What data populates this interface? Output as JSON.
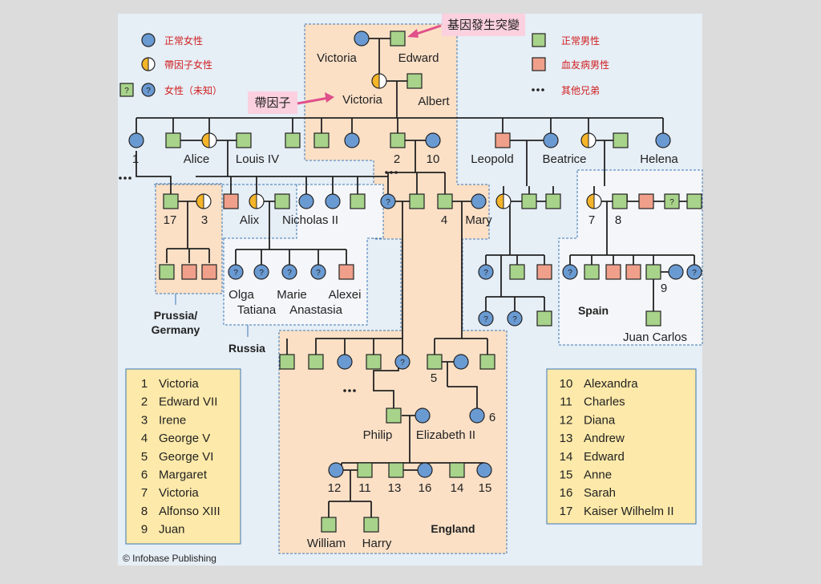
{
  "legend": {
    "normal_female": "正常女性",
    "carrier_female": "帶因子女性",
    "unknown_female": "女性（未知）",
    "normal_male": "正常男性",
    "hemophilia_male": "血友病男性",
    "other_siblings": "其他兄弟",
    "unknown_mark": "?",
    "ellipsis": "..."
  },
  "annotations": {
    "mutation": "基因發生突變",
    "carrier": "帶因子"
  },
  "names": {
    "victoria_sr": "Victoria",
    "edward": "Edward",
    "victoria": "Victoria",
    "albert": "Albert",
    "alice": "Alice",
    "louis": "Louis IV",
    "n1": "1",
    "n2": "2",
    "n10": "10",
    "leopold": "Leopold",
    "beatrice": "Beatrice",
    "helena": "Helena",
    "n17": "17",
    "n3": "3",
    "alix": "Alix",
    "nicholas": "Nicholas II",
    "n4": "4",
    "mary": "Mary",
    "n7": "7",
    "n8": "8",
    "olga": "Olga",
    "marie": "Marie",
    "alexei": "Alexei",
    "tatiana": "Tatiana",
    "anastasia": "Anastasia",
    "n9": "9",
    "juan_carlos": "Juan Carlos",
    "n5": "5",
    "philip": "Philip",
    "elizabeth": "Elizabeth II",
    "n6": "6",
    "n12": "12",
    "n11": "11",
    "n13": "13",
    "n16": "16",
    "n14": "14",
    "n15": "15",
    "william": "William",
    "harry": "Harry"
  },
  "regions": {
    "prussia_1": "Prussia/",
    "prussia_2": "Germany",
    "russia": "Russia",
    "spain": "Spain",
    "england": "England"
  },
  "key_left": [
    {
      "num": "1",
      "name": "Victoria"
    },
    {
      "num": "2",
      "name": "Edward VII"
    },
    {
      "num": "3",
      "name": "Irene"
    },
    {
      "num": "4",
      "name": "George V"
    },
    {
      "num": "5",
      "name": "George VI"
    },
    {
      "num": "6",
      "name": "Margaret"
    },
    {
      "num": "7",
      "name": "Victoria"
    },
    {
      "num": "8",
      "name": "Alfonso XIII"
    },
    {
      "num": "9",
      "name": "Juan"
    }
  ],
  "key_right": [
    {
      "num": "10",
      "name": "Alexandra"
    },
    {
      "num": "11",
      "name": "Charles"
    },
    {
      "num": "12",
      "name": "Diana"
    },
    {
      "num": "13",
      "name": "Andrew"
    },
    {
      "num": "14",
      "name": "Edward"
    },
    {
      "num": "15",
      "name": "Anne"
    },
    {
      "num": "16",
      "name": "Sarah"
    },
    {
      "num": "17",
      "name": "Kaiser Wilhelm II"
    }
  ],
  "credit": "© Infobase Publishing",
  "colors": {
    "female": "#6a9ad2",
    "male": "#a8d38a",
    "affected": "#f0a08a",
    "carrier": "#f5b52a",
    "highlight": "#fbe0c6",
    "panel": "#e6eef6",
    "keybox": "#fde9a9",
    "arrow": "#e0508a",
    "callout": "#fbd0df"
  }
}
